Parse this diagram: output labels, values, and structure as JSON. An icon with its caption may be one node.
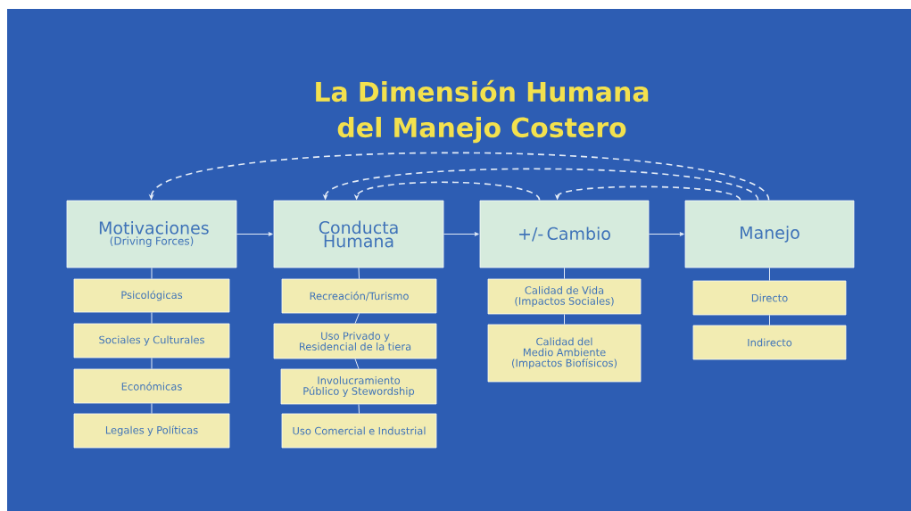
{
  "diagram": {
    "title": "La Dimensión Humana del Manejo Costero",
    "nodes": [
      {
        "text": [
          "Motivaciones",
          "(Driving Forces)"
        ]
      },
      {
        "text": [
          "Conducta Humana"
        ]
      },
      {
        "text": [
          "+/- Cambio"
        ]
      },
      {
        "text": [
          "Manejo"
        ]
      },
      {
        "text": [
          "Psicológicas"
        ]
      },
      {
        "text": [
          "Sociales y Culturales"
        ]
      },
      {
        "text": [
          "Económicas"
        ]
      },
      {
        "text": [
          "Legales y Políticas"
        ]
      },
      {
        "text": [
          "Recreación/Turismo"
        ]
      },
      {
        "text": [
          "Uso Privado y Residencial de la tiera"
        ]
      },
      {
        "text": [
          "Involucramiento Público y Stewordship"
        ]
      },
      {
        "text": [
          "Uso Comercial e Industrial"
        ]
      },
      {
        "text": [
          "Calidad de Vida (Impactos Sociales)"
        ]
      },
      {
        "text": [
          "Calidad del Medio Ambiente (Impactos Biofísicos)"
        ]
      },
      {
        "text": [
          "Directo"
        ]
      },
      {
        "text": [
          "Indirecto"
        ]
      }
    ],
    "edges": [
      {
        "from": 0,
        "to": 1,
        "arrow": "to"
      },
      {
        "from": 1,
        "to": 2,
        "arrow": "to"
      },
      {
        "from": 2,
        "to": 3,
        "arrow": "to"
      },
      {
        "from": 3,
        "to": 0,
        "arrow": "to",
        "style": "dashed"
      },
      {
        "from": 3,
        "to": 1,
        "arrow": "to",
        "style": "dashed"
      },
      {
        "from": 2,
        "to": 1,
        "arrow": "to",
        "style": "dashed"
      },
      {
        "from": 3,
        "to": 2,
        "arrow": "to",
        "style": "dashed"
      },
      {
        "from": 0,
        "to": 4,
        "arrow": "none"
      },
      {
        "from": 4,
        "to": 5,
        "arrow": "none"
      },
      {
        "from": 5,
        "to": 6,
        "arrow": "none"
      },
      {
        "from": 6,
        "to": 7,
        "arrow": "none"
      },
      {
        "from": 1,
        "to": 8,
        "arrow": "none"
      },
      {
        "from": 8,
        "to": 9,
        "arrow": "none"
      },
      {
        "from": 9,
        "to": 10,
        "arrow": "none"
      },
      {
        "from": 10,
        "to": 11,
        "arrow": "none"
      },
      {
        "from": 2,
        "to": 12,
        "arrow": "none"
      },
      {
        "from": 12,
        "to": 13,
        "arrow": "none"
      },
      {
        "from": 3,
        "to": 14,
        "arrow": "none"
      },
      {
        "from": 14,
        "to": 15,
        "arrow": "none"
      }
    ]
  }
}
